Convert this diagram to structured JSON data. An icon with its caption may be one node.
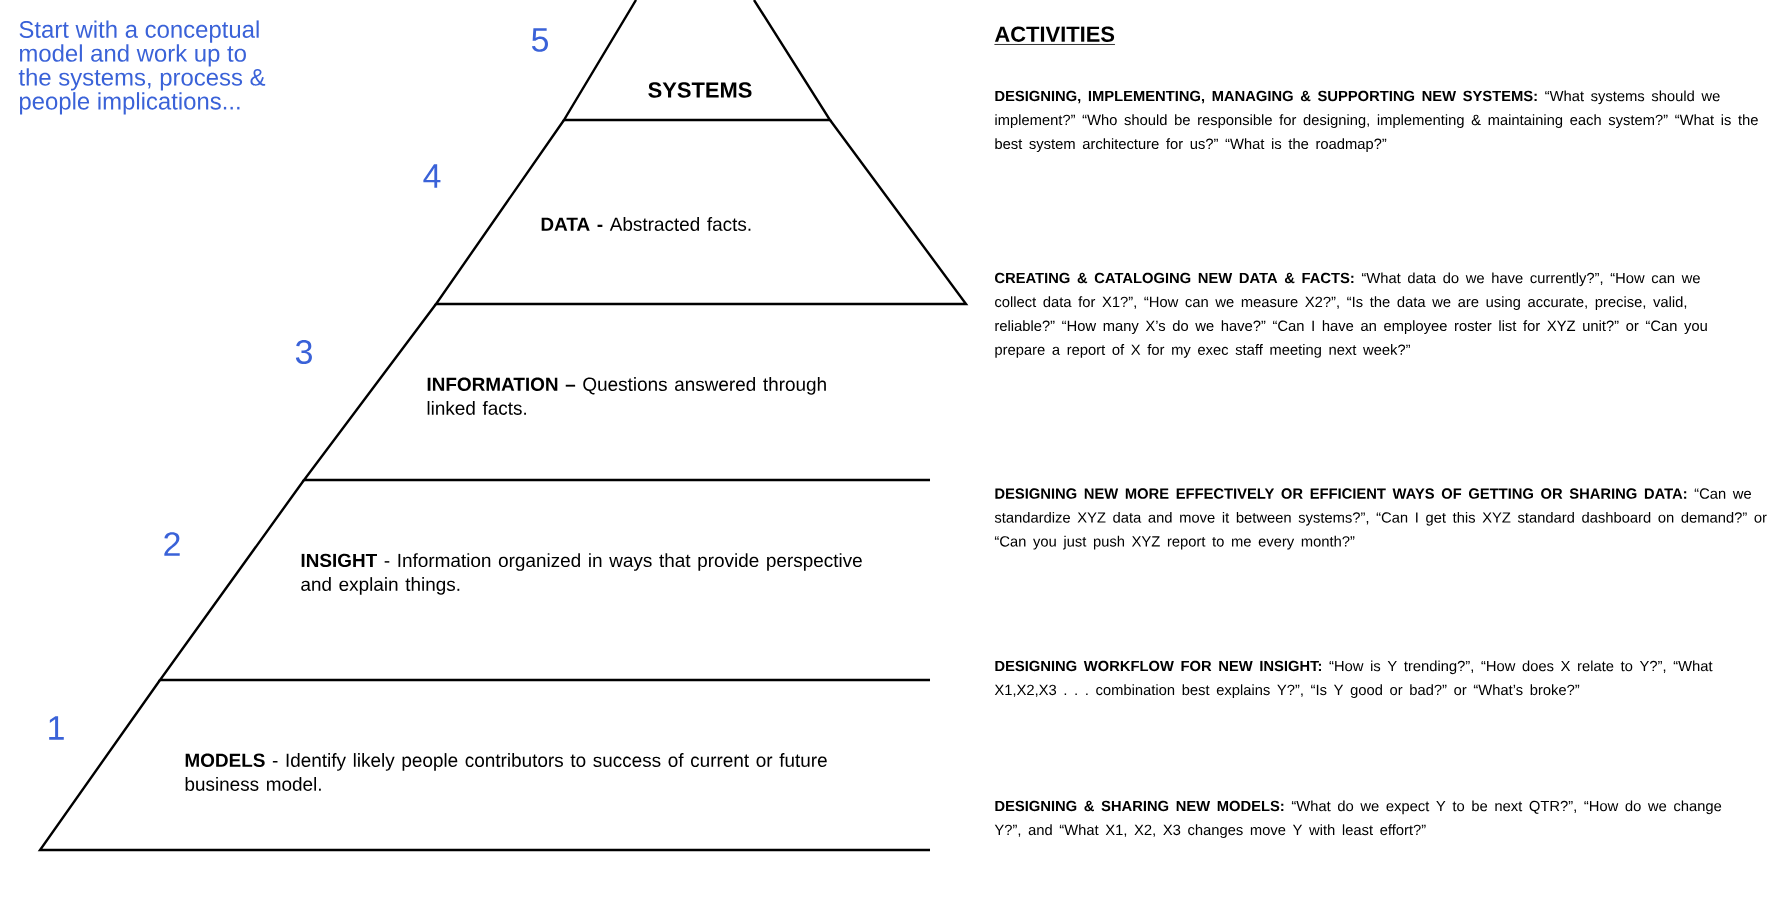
{
  "diagram": {
    "nodes": [
      {
        "text": [
          "**SYSTEMS**"
        ]
      },
      {
        "text": [
          "**DATA -** Abstracted facts."
        ]
      },
      {
        "text": [
          "**INFORMATION –** Questions answered through linked facts."
        ]
      },
      {
        "text": [
          "**INSIGHT** - Information organized in ways that provide perspective and explain things."
        ]
      },
      {
        "text": [
          "**MODELS** - Identify likely people contributors to success of current or future business model."
        ]
      }
    ],
    "labels": [
      "Start with a conceptual model and work up to the systems, process & people implications...",
      "5",
      "4",
      "3",
      "2",
      "1",
      "ACTIVITIES",
      "**DESIGNING, IMPLEMENTING, MANAGING & SUPPORTING NEW SYSTEMS:** “What systems should we implement?” “Who should be responsible for designing, implementing & maintaining each system?” “What is the best system architecture for us?” “What is the roadmap?”",
      "**CREATING & CATALOGING NEW DATA & FACTS:** “What data do we have currently?”, “How can we collect data for X1?”, “How can we measure X2?”, “Is the data we are using accurate, precise, valid, reliable?” “How many X’s do we have?” “Can I have an employee roster list for XYZ unit?” or “Can you prepare a report of X for my exec staff meeting next week?”",
      "**DESIGNING NEW MORE EFFECTIVELY OR EFFICIENT WAYS OF GETTING OR SHARING DATA:** “Can we standardize XYZ data and move it between systems?”, “Can I get this XYZ standard dashboard on demand?” or “Can you just push XYZ report to me every month?”",
      "**DESIGNING WORKFLOW FOR NEW INSIGHT:** “How is Y trending?”, “How does X relate to Y?”, “What X1,X2,X3 . . . combination best explains Y?”, “Is Y good or bad?” or “What’s broke?”",
      "**DESIGNING & SHARING NEW MODELS:** “What do we expect Y to be next QTR?”, “How do we change Y?”, and “What X1, X2, X3 changes move Y with least effort?”"
    ]
  }
}
